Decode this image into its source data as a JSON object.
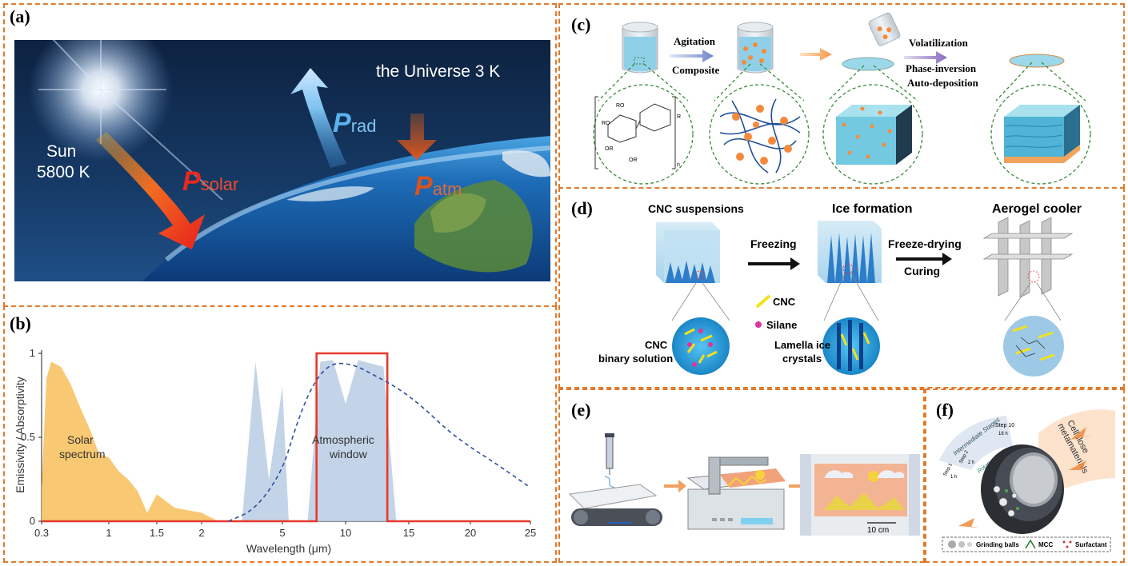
{
  "panels": {
    "a": {
      "label": "(a)",
      "sun_label": "Sun",
      "sun_temp": "5800 K",
      "universe_label": "the Universe 3 K",
      "p_solar_main": "P",
      "p_solar_sub": "solar",
      "p_rad_main": "P",
      "p_rad_sub": "rad",
      "p_atm_main": "P",
      "p_atm_sub": "atm"
    },
    "b": {
      "label": "(b)",
      "solar_line1": "Solar",
      "solar_line2": "spectrum",
      "window_line1": "Atmospheric",
      "window_line2": "window"
    },
    "c": {
      "label": "(c)",
      "step1_line1": "Agitation",
      "step1_line2": "Composite",
      "step2_line1": "Volatilization",
      "step2_line2": "Phase-inversion",
      "step2_line3": "Auto-deposition",
      "chem_ro1": "RO",
      "chem_ro2": "RO",
      "chem_or1": "OR",
      "chem_or2": "OR",
      "chem_r": "R",
      "chem_n": "n"
    },
    "d": {
      "label": "(d)",
      "title1": "CNC  suspensions",
      "title2": "Ice formation",
      "title3": "Aerogel cooler",
      "arrow1": "Freezing",
      "arrow2_line1": "Freeze-drying",
      "arrow2_line2": "Curing",
      "legend_cnc": "CNC",
      "legend_silane": "Silane",
      "bin_line1": "CNC",
      "bin_line2": "binary solution",
      "lam_line1": "Lamella ice",
      "lam_line2": "crystals"
    },
    "e": {
      "label": "(e)",
      "scale": "10 cm"
    },
    "f": {
      "label": "(f)",
      "stages": "Intermediate Stages",
      "step1": "Step 1",
      "step1_time": "1 h",
      "step2": "Step 2",
      "step2_time": "2 h",
      "step10": "Step 10",
      "step10_time": "16 h",
      "rotating": "Rotating jar",
      "product_line1": "Cellulose",
      "product_line2": "metamaterials",
      "legend_balls": "Grinding balls",
      "legend_mcc": "MCC",
      "legend_surf": "Surfactant"
    }
  },
  "chart_data": {
    "type": "area",
    "xlabel": "Wavelength (μm)",
    "ylabel": "Emissivity / Absorptivity",
    "x_ticks": [
      "0.3",
      "1",
      "1.5",
      "2",
      "5",
      "10",
      "15",
      "20",
      "25"
    ],
    "y_ticks": [
      "0",
      "0.5",
      "1"
    ],
    "ylim": [
      0,
      1
    ],
    "series": [
      {
        "name": "Solar spectrum",
        "color": "#f8c56a",
        "x": [
          0.3,
          0.35,
          0.4,
          0.5,
          0.6,
          0.7,
          0.8,
          0.9,
          1.0,
          1.1,
          1.2,
          1.3,
          1.4,
          1.5,
          1.7,
          2.0,
          2.5
        ],
        "values": [
          0.2,
          0.85,
          0.95,
          0.92,
          0.82,
          0.68,
          0.55,
          0.4,
          0.38,
          0.3,
          0.25,
          0.18,
          0.05,
          0.16,
          0.08,
          0.05,
          0.01
        ]
      },
      {
        "name": "Atmospheric window",
        "color": "#b8cce4",
        "x": [
          3.5,
          4,
          4.5,
          5,
          5.5,
          7,
          8,
          9,
          10,
          11,
          12,
          13,
          14
        ],
        "values": [
          0.0,
          0.95,
          0.25,
          0.8,
          0.0,
          0.0,
          0.95,
          0.96,
          0.7,
          0.96,
          0.94,
          0.92,
          0.0
        ]
      },
      {
        "name": "Atmospheric window edge",
        "color": "#e8382b",
        "x": [
          0.3,
          7.7,
          7.7,
          13.3,
          13.3,
          25
        ],
        "values": [
          0,
          0,
          1,
          1,
          0,
          0
        ]
      },
      {
        "name": "Blackbody",
        "color": "#2e4f9c",
        "x": [
          3,
          4,
          5,
          6,
          7,
          8,
          9,
          10,
          11,
          12,
          14,
          16,
          18,
          20,
          22,
          25
        ],
        "values": [
          0.0,
          0.07,
          0.3,
          0.55,
          0.75,
          0.88,
          0.94,
          0.94,
          0.92,
          0.88,
          0.8,
          0.69,
          0.55,
          0.44,
          0.35,
          0.2
        ]
      }
    ]
  },
  "colors": {
    "panel_border": "#e07a2c",
    "solar_fill": "#f8c56a",
    "window_fill": "#b8cce4",
    "window_edge": "#e8382b",
    "blackbody": "#2e4f9c"
  }
}
